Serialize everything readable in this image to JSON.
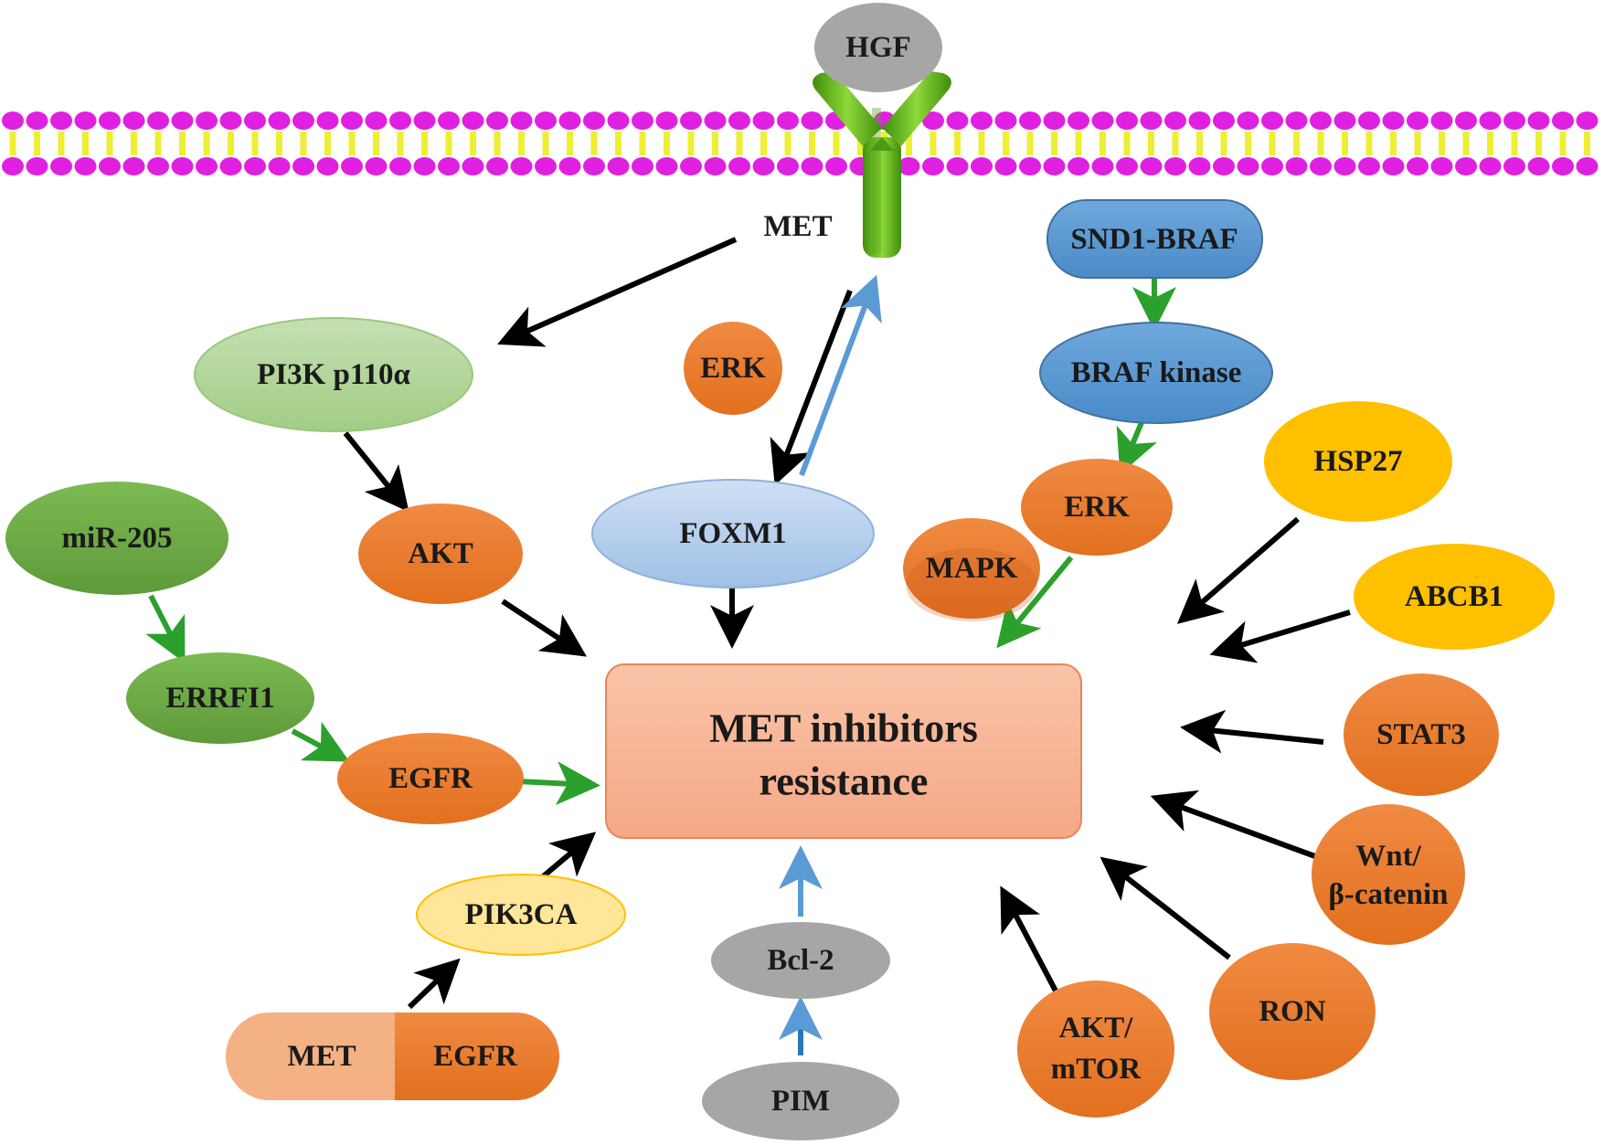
{
  "membrane": {
    "head_color": "#e020e0",
    "tail_color": "#eeee33"
  },
  "receptor": {
    "color": "#66bb1a"
  },
  "nodes": {
    "hgf": "HGF",
    "met_label": "MET",
    "pi3k": "PI3K p110α",
    "erk_top": "ERK",
    "snd1_braf": "SND1-BRAF",
    "braf_kinase": "BRAF kinase",
    "erk": "ERK",
    "mapk": "MAPK",
    "hsp27": "HSP27",
    "abcb1": "ABCB1",
    "stat3": "STAT3",
    "wnt_line1": "Wnt/",
    "wnt_line2": "β-catenin",
    "ron": "RON",
    "akt_mtor_line1": "AKT/",
    "akt_mtor_line2": "mTOR",
    "mir205": "miR-205",
    "errfi1": "ERRFI1",
    "egfr": "EGFR",
    "akt": "AKT",
    "foxm1": "FOXM1",
    "pik3ca": "PIK3CA",
    "met_pair": "MET",
    "egfr_pair": "EGFR",
    "bcl2": "Bcl-2",
    "pim": "PIM"
  },
  "center": {
    "line1": "MET inhibitors",
    "line2": "resistance"
  },
  "colors": {
    "orange": "#ed7d31",
    "light_green": "#a9d18e",
    "dark_green": "#70ad47",
    "blue": "#5b9bd5",
    "light_blue": "#b4cdea",
    "gold": "#ffc000",
    "light_gold": "#ffe699",
    "gray": "#a6a6a6",
    "salmon": "#f8b79a",
    "arrow_black": "#000000",
    "arrow_green": "#2ca02c",
    "arrow_blue": "#5b9bd5"
  }
}
